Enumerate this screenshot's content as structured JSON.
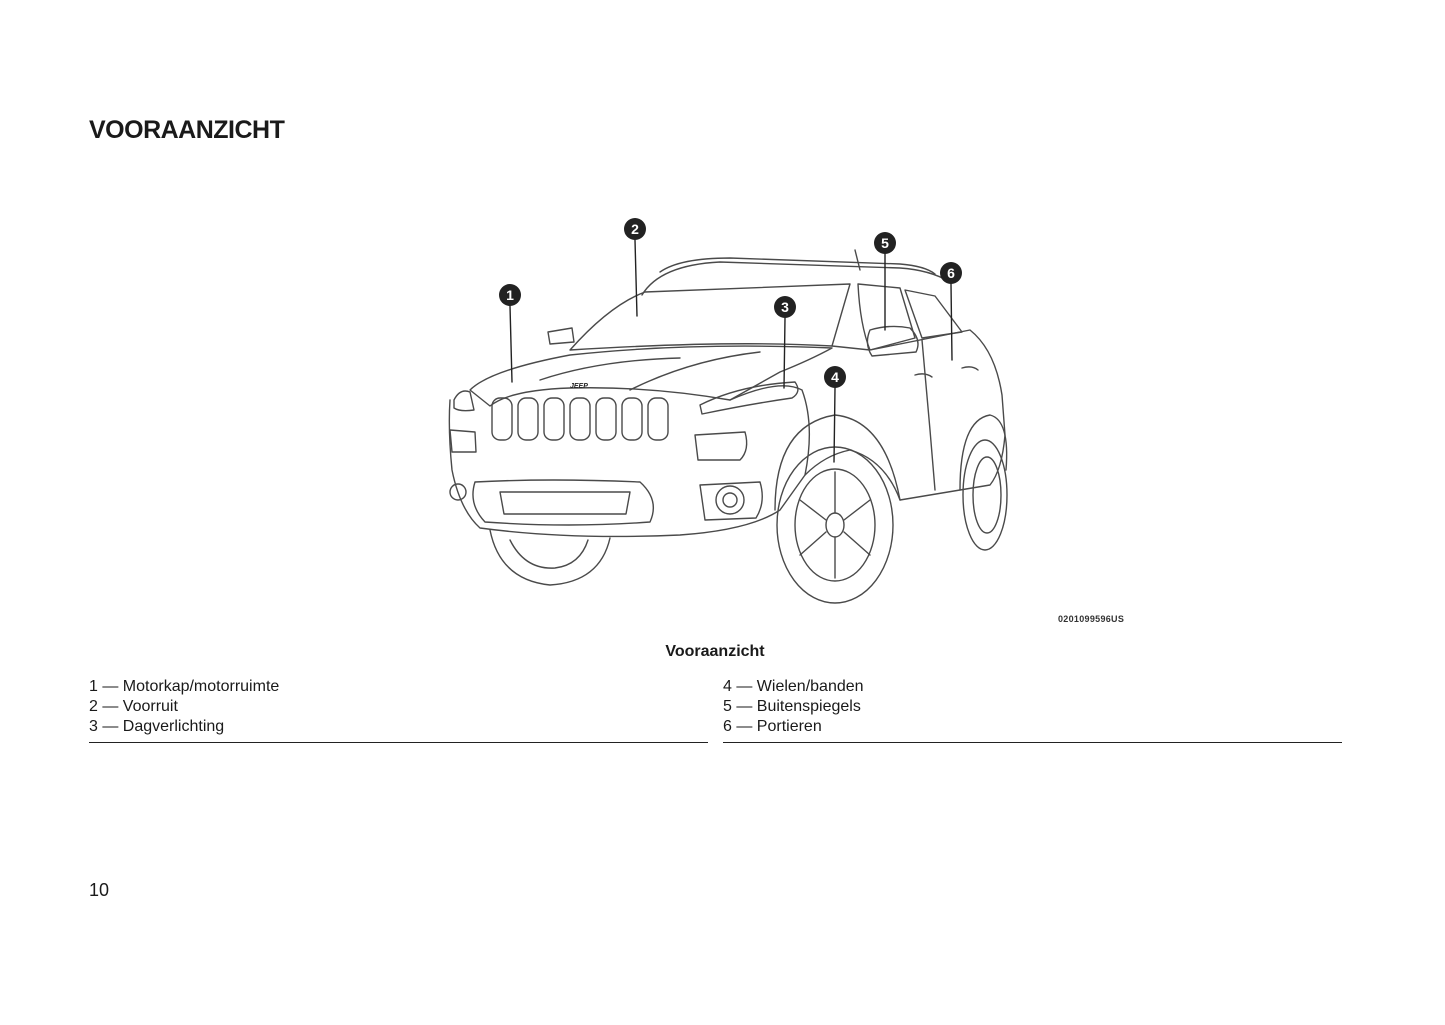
{
  "page": {
    "title": "VOORAANZICHT",
    "page_number": "10"
  },
  "figure": {
    "badge_text": "JEEP",
    "image_code": "0201099596US",
    "caption": "Vooraanzicht",
    "callouts": [
      "1",
      "2",
      "3",
      "4",
      "5",
      "6"
    ]
  },
  "legend": {
    "left": [
      "1 — Motorkap/motorruimte",
      "2 — Voorruit",
      "3 — Dagverlichting"
    ],
    "right": [
      "4 — Wielen/banden",
      "5 — Buitenspiegels",
      "6 — Portieren"
    ]
  }
}
